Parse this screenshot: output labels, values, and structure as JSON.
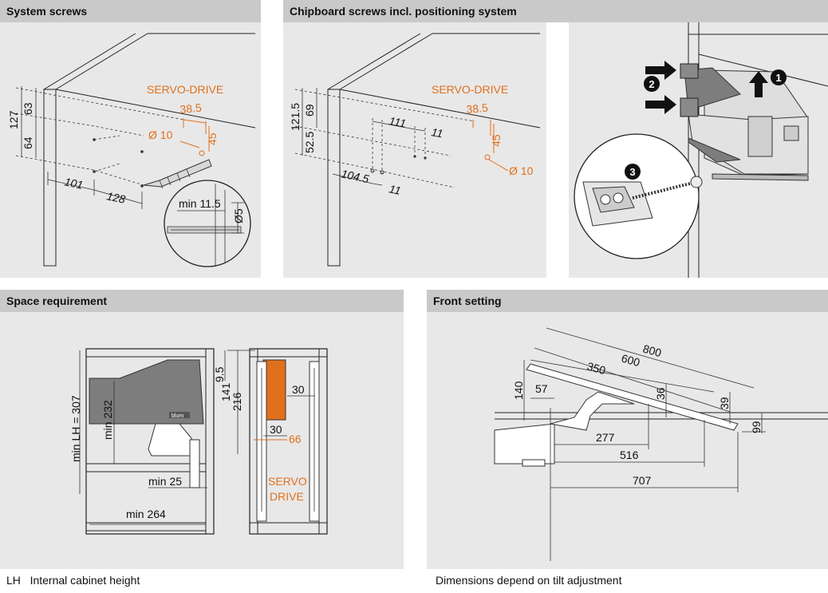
{
  "panels": {
    "system_screws": {
      "title": "System screws",
      "brand_label": "SERVO-DRIVE",
      "dims": {
        "d127": "127",
        "d63": "63",
        "d64": "64",
        "d101": "101",
        "d128": "128",
        "d38_5": "38.5",
        "d45": "45",
        "dia10": "Ø 10",
        "min11_5": "min 11.5",
        "dia5": "Ø5"
      }
    },
    "chipboard_screws": {
      "title": "Chipboard screws incl. positioning system",
      "brand_label": "SERVO-DRIVE",
      "dims": {
        "d121_5": "121.5",
        "d69": "69",
        "d52_5": "52.5",
        "d111": "111",
        "d11a": "11",
        "d104_5": "104.5",
        "d11b": "11",
        "d38_5": "38.5",
        "d45": "45",
        "dia10": "Ø 10"
      }
    },
    "mounting_steps": {
      "steps": [
        "1",
        "2",
        "3"
      ]
    },
    "space_requirement": {
      "title": "Space requirement",
      "dims": {
        "minLH": "min LH = 307",
        "min232": "min 232",
        "d9_5": "9.5",
        "d141": "141",
        "d216": "216",
        "min25": "min 25",
        "min264": "min 264",
        "d30a": "30",
        "d30b": "30",
        "d66": "66"
      },
      "brand_label_1": "SERVO",
      "brand_label_2": "DRIVE",
      "logo_text": "blum",
      "footnote_abbr": "LH",
      "footnote_text": "Internal cabinet height"
    },
    "front_setting": {
      "title": "Front setting",
      "dims": {
        "d800": "800",
        "d600": "600",
        "d350": "350",
        "d140": "140",
        "d57": "57",
        "d36": "36",
        "d39": "39",
        "d99": "99",
        "d277": "277",
        "d516": "516",
        "d707": "707"
      },
      "footnote": "Dimensions depend on tilt adjustment"
    }
  },
  "colors": {
    "accent_orange": "#e0701c",
    "panel_bg": "#e8e8e8",
    "header_bg": "#c9c9c9",
    "cabinet_line": "#222222",
    "device_gray": "#7d7d7d"
  }
}
